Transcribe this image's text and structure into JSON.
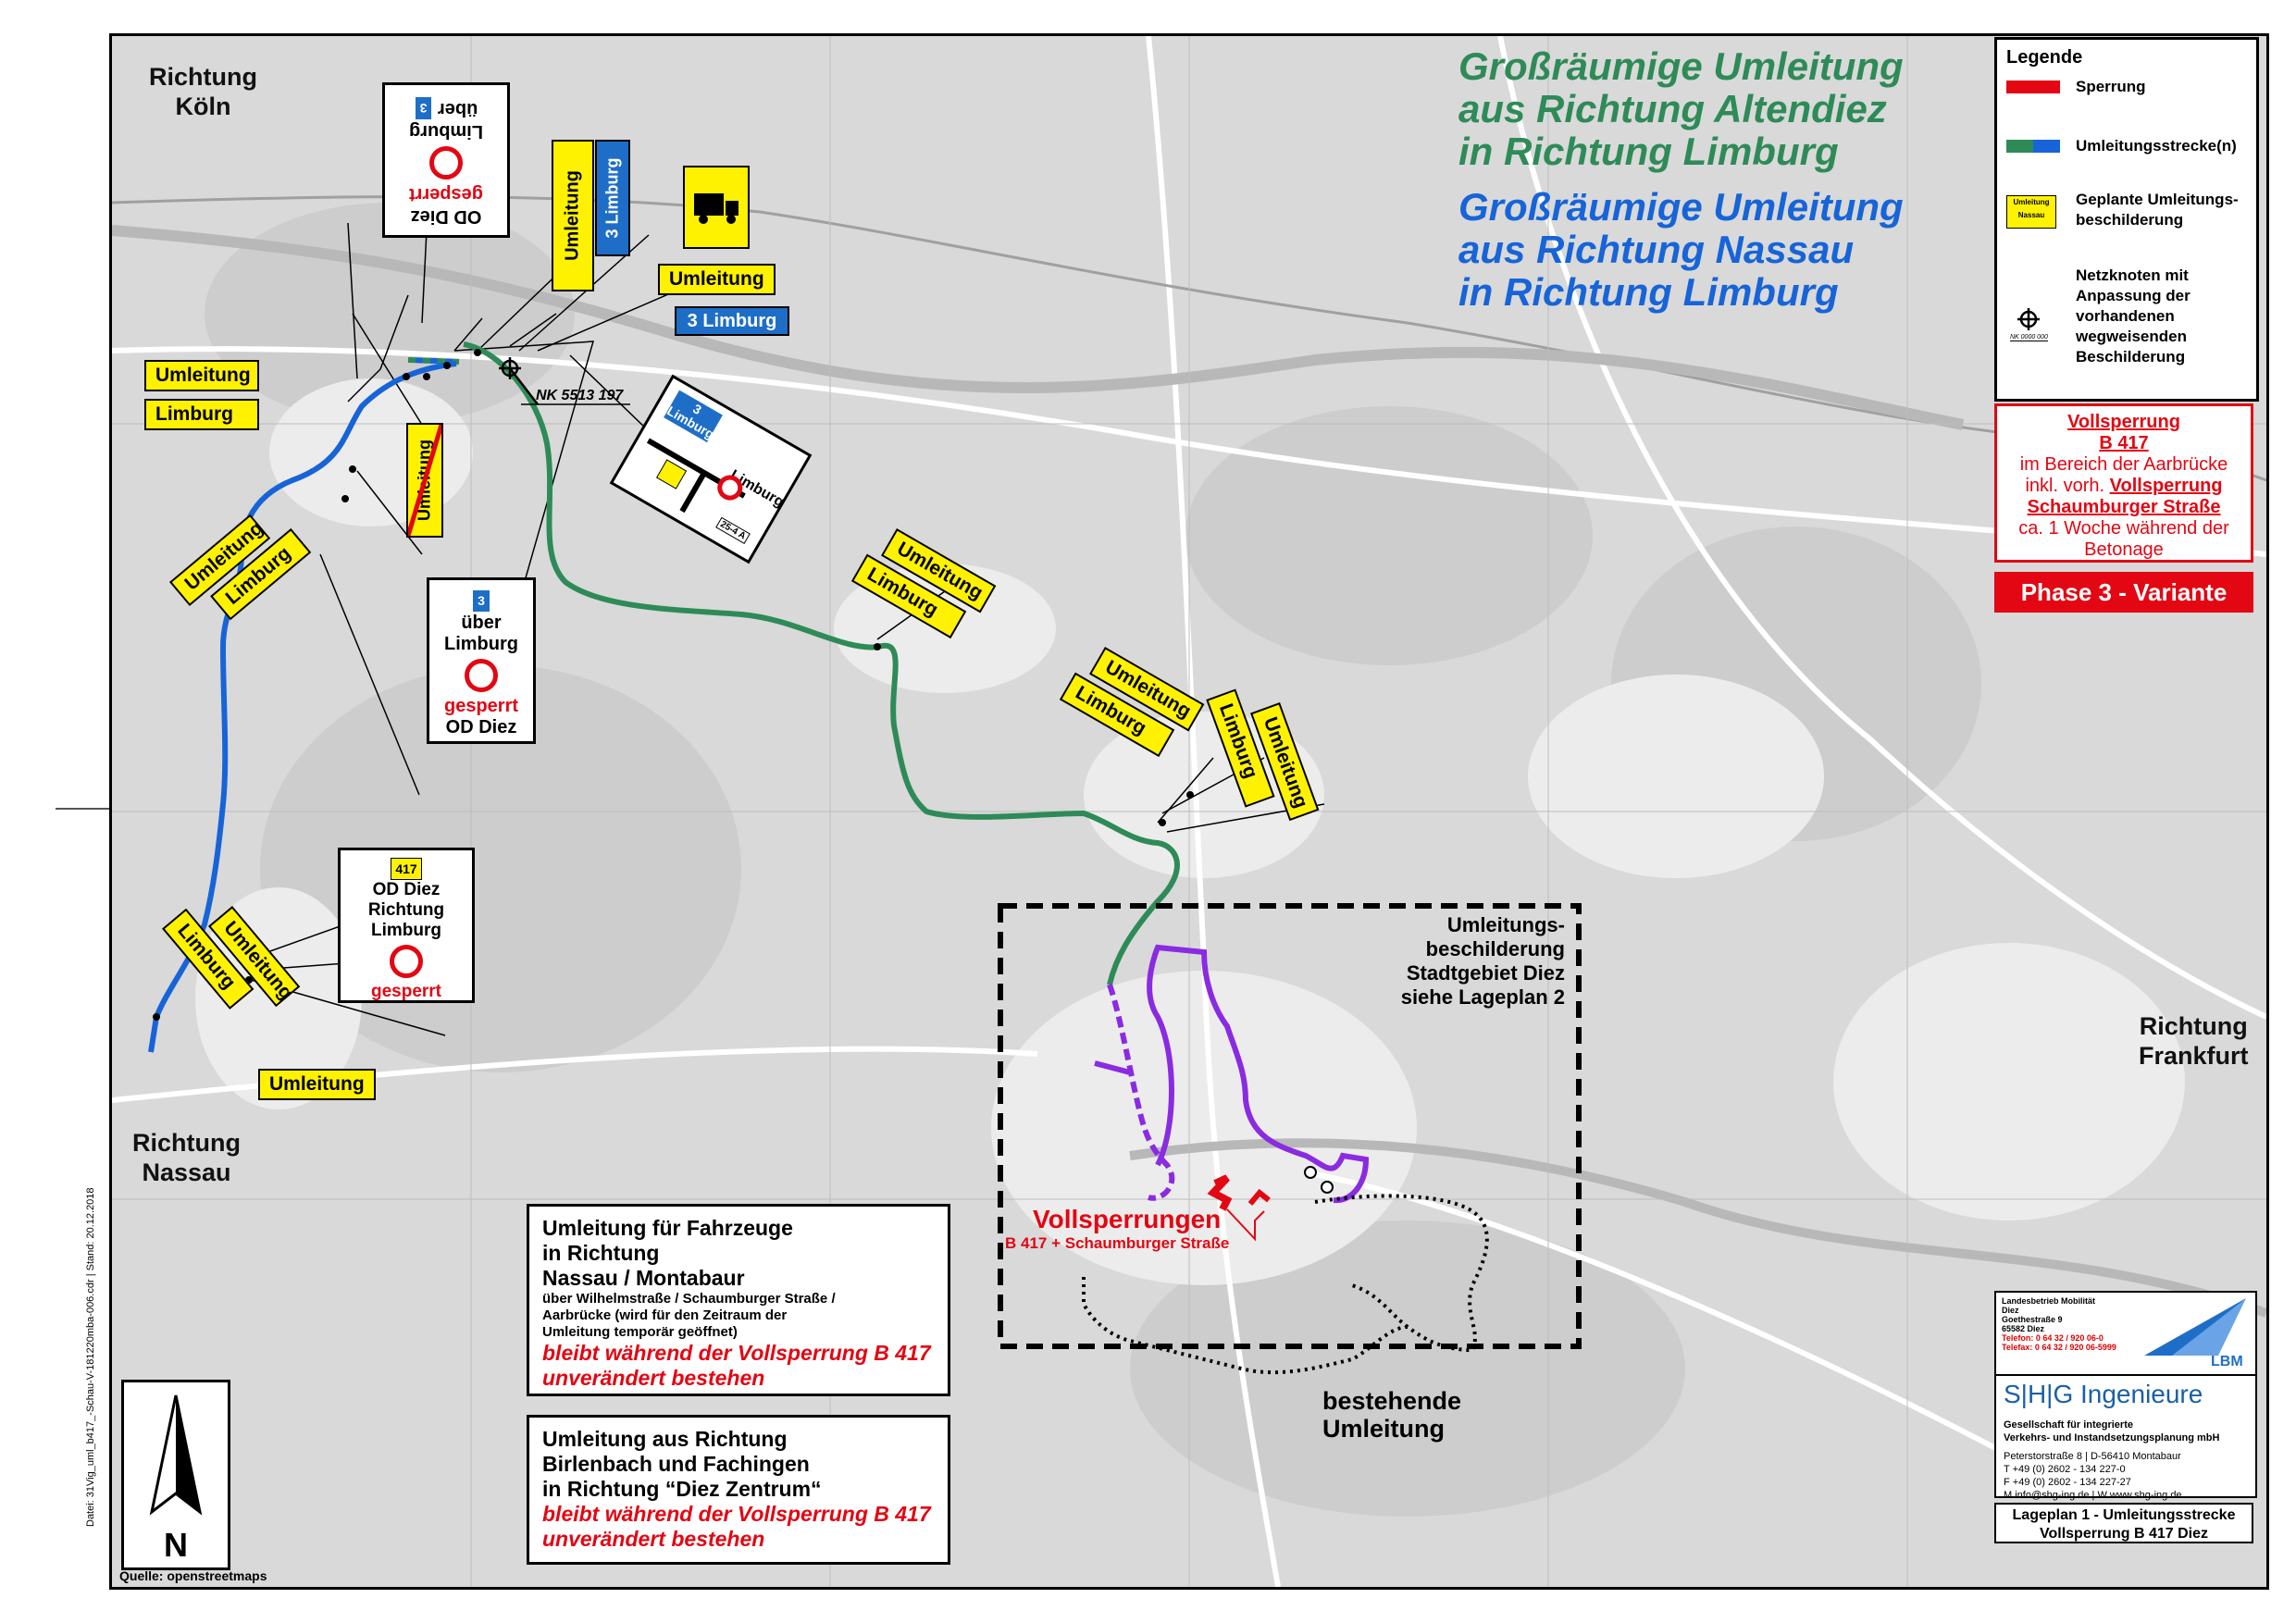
{
  "titles": {
    "green": [
      "Großräumige Umleitung",
      "aus Richtung Altendiez",
      "in Richtung Limburg"
    ],
    "blue": [
      "Großräumige Umleitung",
      "aus Richtung Nassau",
      "in Richtung Limburg"
    ]
  },
  "colors": {
    "green": "#2e8b57",
    "blue": "#1764d8",
    "red": "#e30613",
    "purple": "#8a2be2",
    "sign_yellow": "#fff200"
  },
  "directions": {
    "koeln": [
      "Richtung",
      "Köln"
    ],
    "nassau": [
      "Richtung",
      "Nassau"
    ],
    "frankfurt": [
      "Richtung",
      "Frankfurt"
    ]
  },
  "legend": {
    "title": "Legende",
    "items": [
      {
        "label": "Sperrung"
      },
      {
        "label": "Umleitungsstrecke(n)"
      },
      {
        "label": "Geplante Umleitungs-beschilderung",
        "sign_top": "Umleitung",
        "sign_bottom": "Nassau"
      },
      {
        "label": "Netzknoten mit Anpassung der vorhandenen wegweisenden Beschilderung",
        "sub": "NK 0000 000"
      }
    ]
  },
  "closure": {
    "title": "Vollsperrung",
    "road": "B 417",
    "line1": "im Bereich der Aarbrücke",
    "line2a": "inkl. vorh. ",
    "line2b": "Vollsperrung",
    "line3": "Schaumburger Straße",
    "line4": "ca. 1 Woche während der",
    "line5": "Betonage"
  },
  "phase": "Phase 3 - Variante",
  "signs": {
    "umleitung": "Umleitung",
    "limburg": "Limburg",
    "od_diez": "OD Diez",
    "gesperrt": "gesperrt",
    "ueber": "über",
    "richtung": "Richtung",
    "num3": "3",
    "num417": "417",
    "vz": "25-4 A"
  },
  "node_label": "NK 5513 197",
  "stadt": [
    "Umleitungs-",
    "beschilderung",
    "Stadtgebiet Diez",
    "siehe Lageplan 2"
  ],
  "vollsperrungen": {
    "title": "Vollsperrungen",
    "sub": "B 417 + Schaumburger Straße"
  },
  "bestehende": [
    "bestehende",
    "Umleitung"
  ],
  "box1": {
    "l1": "Umleitung für Fahrzeuge",
    "l2": "in Richtung",
    "l3": "Nassau / Montabaur",
    "s1": "über Wilhelmstraße / Schaumburger Straße /",
    "s2": "Aarbrücke (wird für den Zeitraum der",
    "s3": "Umleitung temporär geöffnet)",
    "r1": "bleibt während der Vollsperrung B 417",
    "r2": "unverändert bestehen"
  },
  "box2": {
    "l1": "Umleitung aus Richtung",
    "l2": "Birlenbach und Fachingen",
    "l3": "in Richtung “Diez Zentrum“",
    "r1": "bleibt während der Vollsperrung B 417",
    "r2": "unverändert bestehen"
  },
  "north": "N",
  "source": "Quelle: openstreetmaps",
  "side_text": "Datei: 31Vig_uml_b417_-Schau-V-181220mba-006.cdr | Stand: 20.12.2018",
  "company": {
    "lbm_name": "Landesbetrieb Mobilität",
    "lbm_city": "Diez",
    "lbm_street": "Goethestraße 9",
    "lbm_plz": "65582 Diez",
    "lbm_tel": "Telefon: 0 64 32 / 920 06-0",
    "lbm_fax": "Telefax: 0 64 32 / 920 06-5999",
    "lbm": "LBM",
    "shg": "S|H|G Ingenieure",
    "shg_sub1": "Gesellschaft für integrierte",
    "shg_sub2": "Verkehrs- und Instandsetzungsplanung mbH",
    "addr": "Peterstorstraße 8 | D-56410 Montabaur",
    "tel": "T +49 (0) 2602 - 134 227-0",
    "fax": "F +49 (0) 2602 - 134 227-27",
    "mail": "M info@shg-ing.de | W www.shg-ing.de"
  },
  "plan_title": {
    "l1": "Lageplan 1 - Umleitungsstrecke",
    "l2": "Vollsperrung B 417 Diez"
  }
}
